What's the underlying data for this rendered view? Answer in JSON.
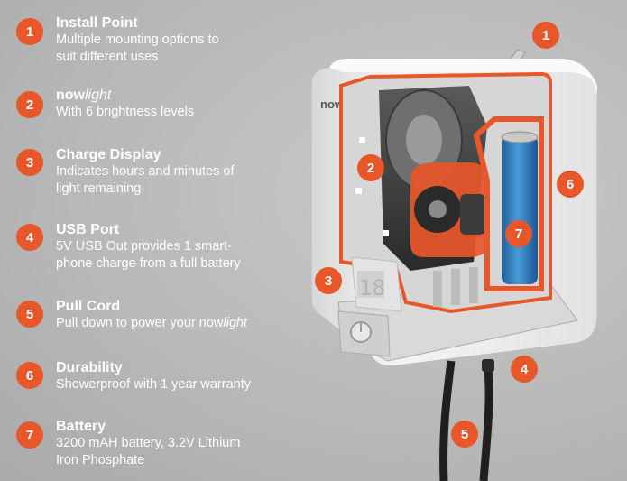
{
  "features": [
    {
      "number": "1",
      "title": "Install Point",
      "desc": [
        "Multiple mounting options to",
        "suit different uses"
      ]
    },
    {
      "number": "2",
      "title_prefix": "now",
      "title_suffix": "light",
      "desc": [
        "With 6 brightness levels"
      ]
    },
    {
      "number": "3",
      "title": "Charge Display",
      "desc": [
        "Indicates hours and minutes of",
        "light remaining"
      ]
    },
    {
      "number": "4",
      "title": "USB Port",
      "desc": [
        "5V USB Out provides 1 smart-",
        "phone charge from a full battery"
      ]
    },
    {
      "number": "5",
      "title": "Pull Cord",
      "desc_prefix": "Pull down to power your now",
      "desc_suffix": "light"
    },
    {
      "number": "6",
      "title": "Durability",
      "desc": [
        "Showerproof with 1 year warranty"
      ]
    },
    {
      "number": "7",
      "title": "Battery",
      "desc": [
        "3200 mAH battery, 3.2V Lithium",
        "Iron Phosphate"
      ]
    }
  ],
  "callouts": [
    "1",
    "2",
    "3",
    "4",
    "5",
    "6",
    "7"
  ],
  "device": {
    "logo_text": "now",
    "display_digits": "18"
  },
  "colors": {
    "accent": "#e8572a",
    "background": "#bdbdbd",
    "battery": "#2f7fc1",
    "housing": "#f2f2f2"
  }
}
